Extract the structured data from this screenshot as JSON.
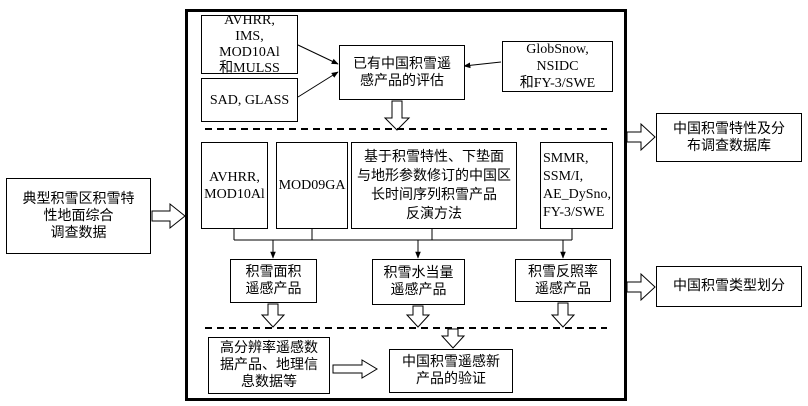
{
  "left_input": {
    "text": "典型积雪区积雪特\n性地面综合\n调查数据"
  },
  "top_section": {
    "source1": "AVHRR,\nIMS, MOD10Al\n和MULSS",
    "source2": "SAD, GLASS",
    "evaluation": "已有中国积雪遥\n感产品的评估",
    "source3": "GlobSnow, NSIDC\n和FY-3/SWE"
  },
  "middle_section": {
    "input1": "AVHRR,\nMOD10Al",
    "input2": "MOD09GA",
    "method": "基于积雪特性、下垫面\n与地形参数修订的中国区\n长时间序列积雪产品\n反演方法",
    "input3": "SMMR,\nSSM/I,\nAE_DySno,\nFY-3/SWE"
  },
  "products": {
    "p1": "积雪面积\n遥感产品",
    "p2": "积雪水当量\n遥感产品",
    "p3": "积雪反照率\n遥感产品"
  },
  "bottom_section": {
    "highres": "高分辨率遥感数\n据产品、地理信\n息数据等",
    "validation": "中国积雪遥感新\n产品的验证"
  },
  "outputs": {
    "o1": "中国积雪特性及分\n布调查数据库",
    "o2": "中国积雪类型划分"
  }
}
